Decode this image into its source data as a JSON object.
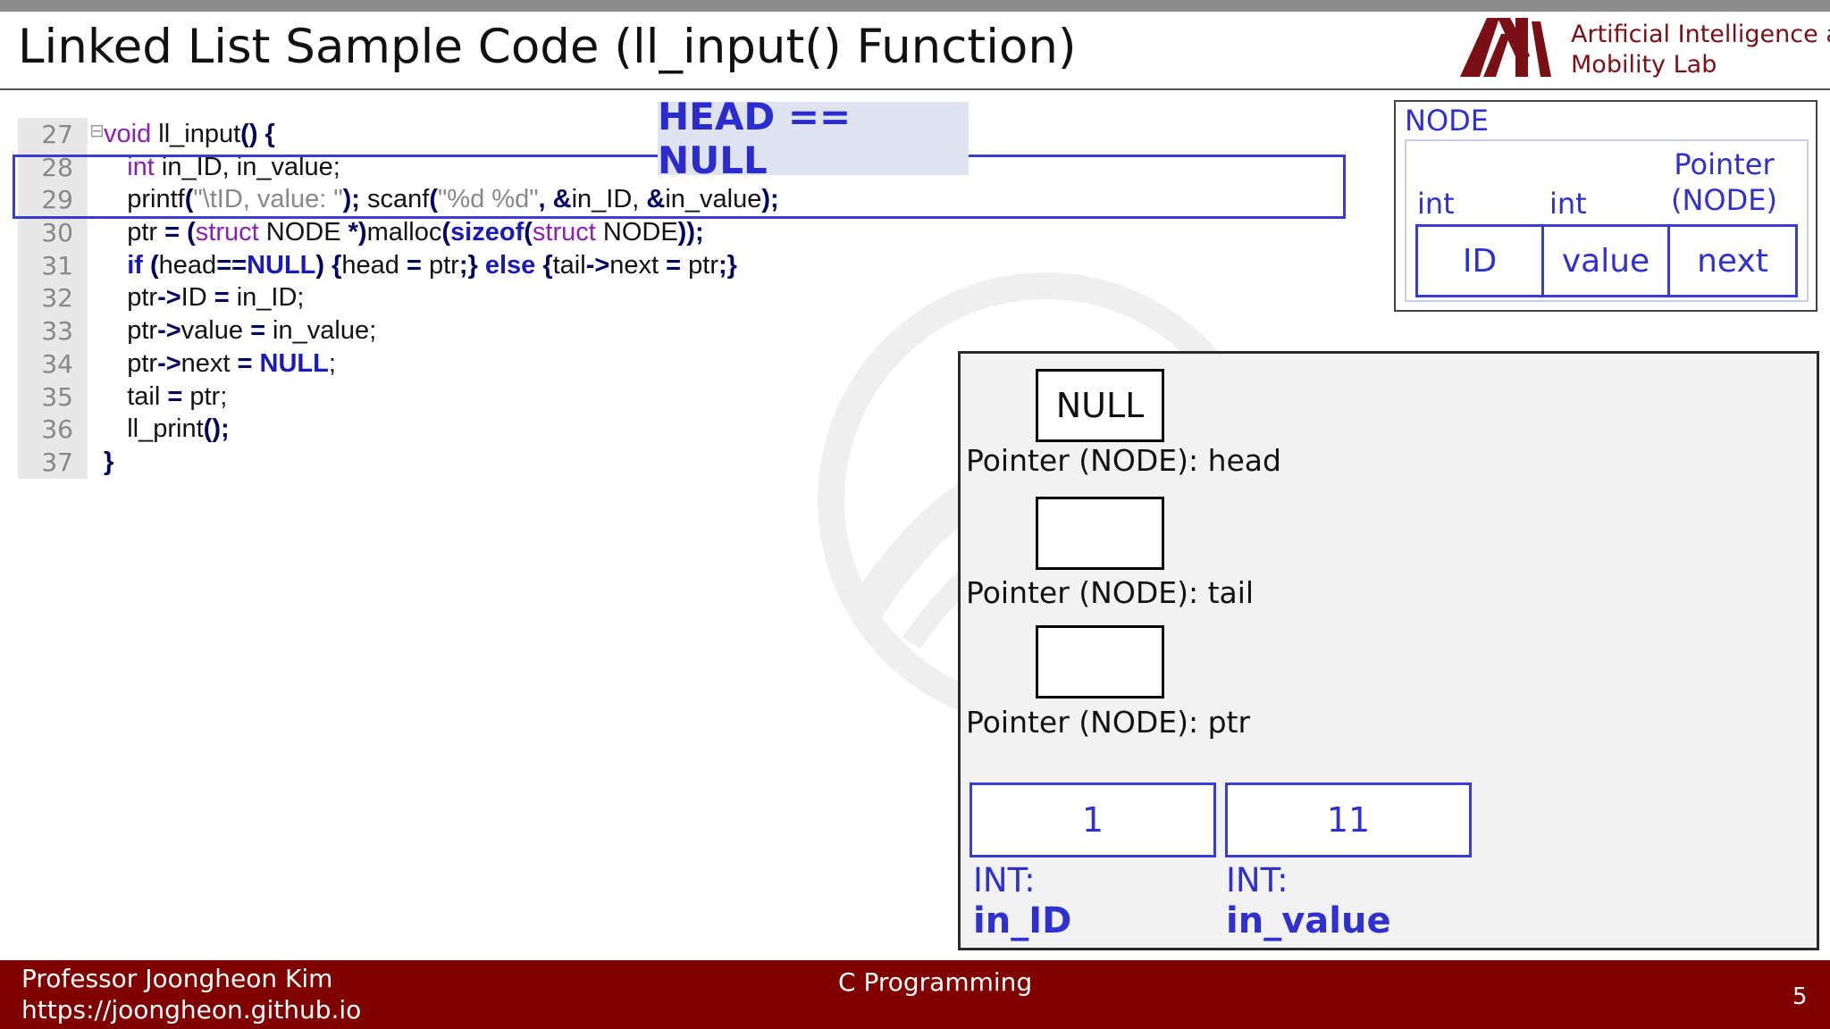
{
  "slide": {
    "title": "Linked List Sample Code (ll_input() Function)",
    "page_number": "5"
  },
  "logo": {
    "line1": "Artificial Intelligence and",
    "line2": "Mobility Lab",
    "brand_color": "#7a0f16"
  },
  "code": {
    "lines": [
      {
        "num": "27",
        "segments": [
          {
            "t": "void",
            "c": "kw"
          },
          {
            "t": " ll_input",
            "c": ""
          },
          {
            "t": "() {",
            "c": "op"
          }
        ]
      },
      {
        "num": "28",
        "segments": [
          {
            "t": "    ",
            "c": ""
          },
          {
            "t": "int",
            "c": "kw"
          },
          {
            "t": " in_ID, in_value;",
            "c": ""
          }
        ]
      },
      {
        "num": "29",
        "segments": [
          {
            "t": "    printf",
            "c": ""
          },
          {
            "t": "(",
            "c": "op"
          },
          {
            "t": "\"\\tID, value: \"",
            "c": "str"
          },
          {
            "t": ");",
            "c": "op"
          },
          {
            "t": " scanf",
            "c": ""
          },
          {
            "t": "(",
            "c": "op"
          },
          {
            "t": "\"%d %d\"",
            "c": "str"
          },
          {
            "t": ", &",
            "c": "op"
          },
          {
            "t": "in_ID, ",
            "c": ""
          },
          {
            "t": "&",
            "c": "op"
          },
          {
            "t": "in_value",
            "c": ""
          },
          {
            "t": ");",
            "c": "op"
          }
        ]
      },
      {
        "num": "30",
        "segments": [
          {
            "t": "    ptr ",
            "c": ""
          },
          {
            "t": "= (",
            "c": "op"
          },
          {
            "t": "struct",
            "c": "kw"
          },
          {
            "t": " NODE ",
            "c": ""
          },
          {
            "t": "*)",
            "c": "op"
          },
          {
            "t": "malloc",
            "c": ""
          },
          {
            "t": "(",
            "c": "op"
          },
          {
            "t": "sizeof",
            "c": "kb"
          },
          {
            "t": "(",
            "c": "op"
          },
          {
            "t": "struct",
            "c": "kw"
          },
          {
            "t": " NODE",
            "c": ""
          },
          {
            "t": "));",
            "c": "op"
          }
        ]
      },
      {
        "num": "31",
        "segments": [
          {
            "t": "    ",
            "c": ""
          },
          {
            "t": "if",
            "c": "kb"
          },
          {
            "t": " (",
            "c": "op"
          },
          {
            "t": "head",
            "c": ""
          },
          {
            "t": "==",
            "c": "op"
          },
          {
            "t": "NULL",
            "c": "kb"
          },
          {
            "t": ") {",
            "c": "op"
          },
          {
            "t": "head ",
            "c": ""
          },
          {
            "t": "=",
            "c": "op"
          },
          {
            "t": " ptr",
            "c": ""
          },
          {
            "t": ";}",
            "c": "op"
          },
          {
            "t": " else",
            "c": "kb"
          },
          {
            "t": " {",
            "c": "op"
          },
          {
            "t": "tail",
            "c": ""
          },
          {
            "t": "->",
            "c": "op"
          },
          {
            "t": "next ",
            "c": ""
          },
          {
            "t": "=",
            "c": "op"
          },
          {
            "t": " ptr",
            "c": ""
          },
          {
            "t": ";}",
            "c": "op"
          }
        ]
      },
      {
        "num": "32",
        "segments": [
          {
            "t": "    ptr",
            "c": ""
          },
          {
            "t": "->",
            "c": "op"
          },
          {
            "t": "ID ",
            "c": ""
          },
          {
            "t": "=",
            "c": "op"
          },
          {
            "t": " in_ID;",
            "c": ""
          }
        ]
      },
      {
        "num": "33",
        "segments": [
          {
            "t": "    ptr",
            "c": ""
          },
          {
            "t": "->",
            "c": "op"
          },
          {
            "t": "value ",
            "c": ""
          },
          {
            "t": "=",
            "c": "op"
          },
          {
            "t": " in_value;",
            "c": ""
          }
        ]
      },
      {
        "num": "34",
        "segments": [
          {
            "t": "    ptr",
            "c": ""
          },
          {
            "t": "->",
            "c": "op"
          },
          {
            "t": "next ",
            "c": ""
          },
          {
            "t": "=",
            "c": "op"
          },
          {
            "t": " ",
            "c": ""
          },
          {
            "t": "NULL",
            "c": "kb"
          },
          {
            "t": ";",
            "c": ""
          }
        ]
      },
      {
        "num": "35",
        "segments": [
          {
            "t": "    tail ",
            "c": ""
          },
          {
            "t": "=",
            "c": "op"
          },
          {
            "t": " ptr;",
            "c": ""
          }
        ]
      },
      {
        "num": "36",
        "segments": [
          {
            "t": "    ll_print",
            "c": ""
          },
          {
            "t": "();",
            "c": "op"
          }
        ]
      },
      {
        "num": "37",
        "segments": [
          {
            "t": "}",
            "c": "op"
          }
        ]
      }
    ]
  },
  "condition_label": "HEAD == NULL",
  "node_struct": {
    "title": "NODE",
    "type_labels": [
      "int",
      "int",
      "Pointer\n(NODE)"
    ],
    "fields": [
      "ID",
      "value",
      "next"
    ]
  },
  "memory": {
    "pointers": [
      {
        "value": "NULL",
        "label": "Pointer (NODE): head"
      },
      {
        "value": "",
        "label": "Pointer (NODE): tail"
      },
      {
        "value": "",
        "label": "Pointer (NODE): ptr"
      }
    ],
    "ints": [
      {
        "value": "1",
        "type": "INT:",
        "name": "in_ID"
      },
      {
        "value": "11",
        "type": "INT:",
        "name": "in_value"
      }
    ]
  },
  "footer": {
    "professor": "Professor Joongheon Kim",
    "url": "https://joongheon.github.io",
    "course": "C Programming"
  },
  "colors": {
    "accent_blue": "#3b3bd6",
    "footer_bg": "#800000"
  }
}
